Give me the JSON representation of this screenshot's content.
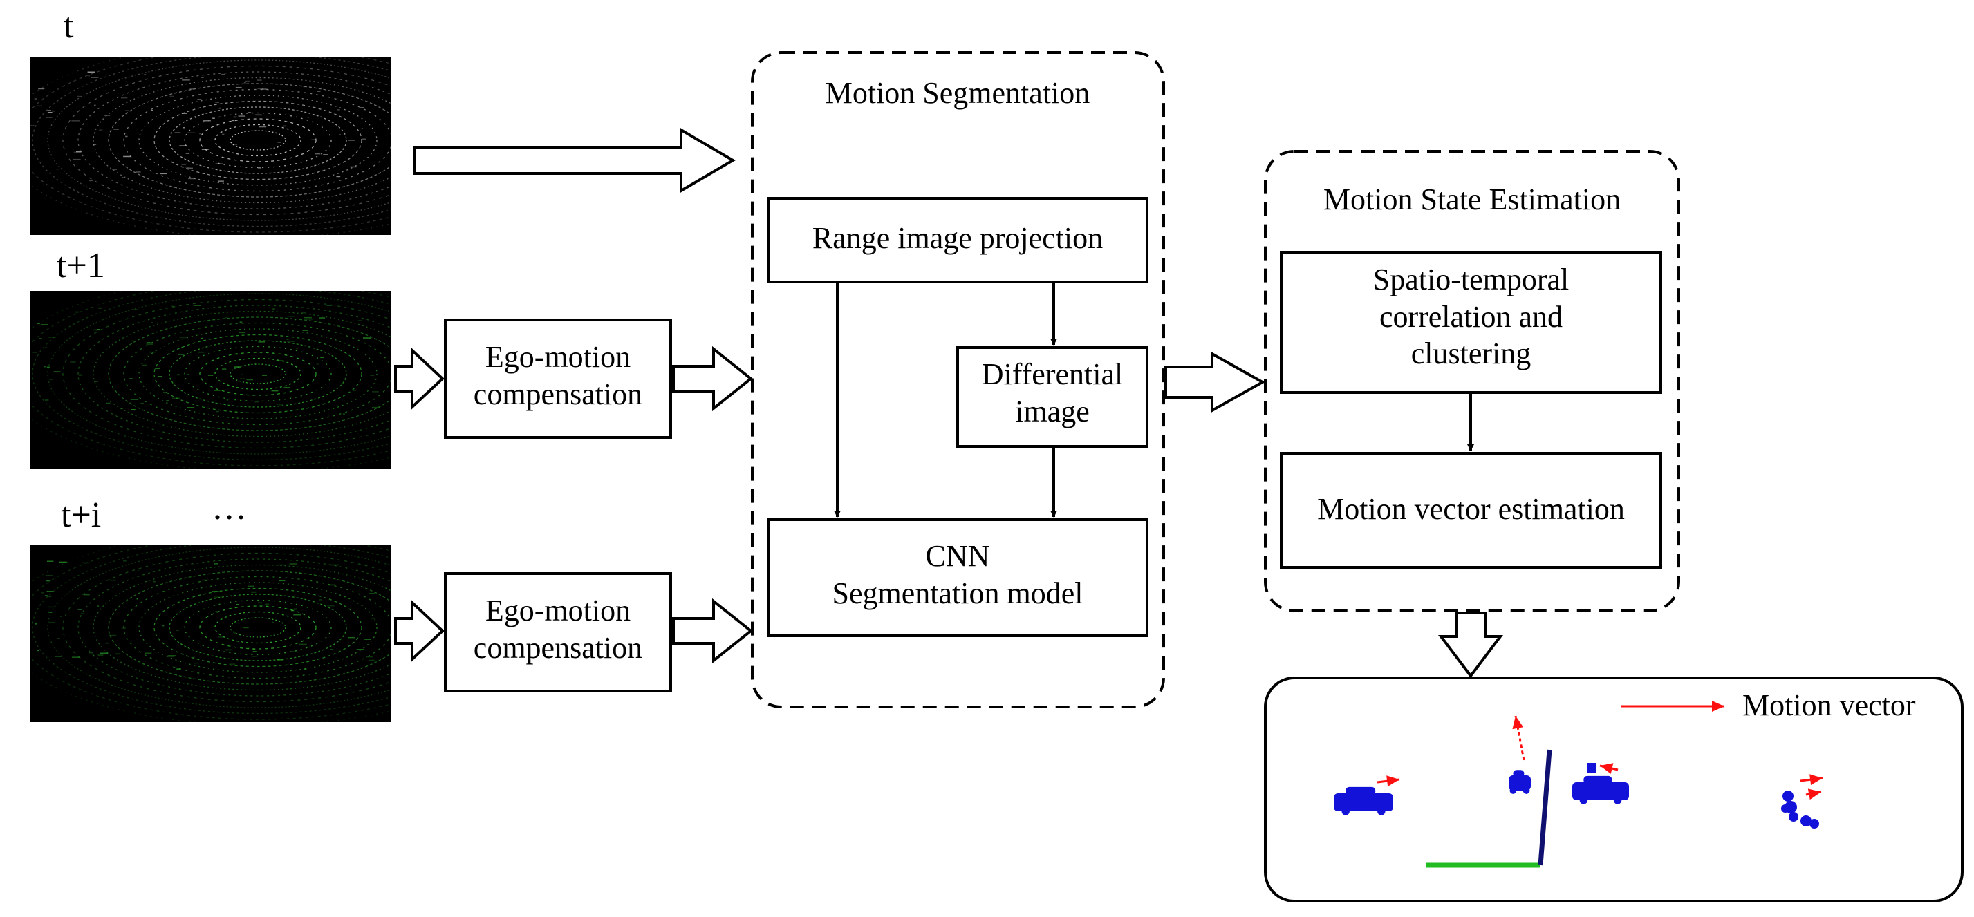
{
  "frames": [
    {
      "label": "t",
      "color": "#c8c8c8"
    },
    {
      "label": "t+1",
      "color": "#2fae2f"
    },
    {
      "label": "t+i",
      "color": "#2fae2f"
    }
  ],
  "frame_ellipsis": "...",
  "ego_compensation": [
    "Ego-motion\ncompensation",
    "Ego-motion\ncompensation"
  ],
  "motion_segmentation": {
    "title": "Motion Segmentation",
    "range_projection": "Range image projection",
    "differential": "Differential\nimage",
    "cnn": "CNN\nSegmentation model"
  },
  "motion_state": {
    "title": "Motion State Estimation",
    "correlation": "Spatio-temporal\ncorrelation and\nclustering",
    "vector_estimation": "Motion vector estimation"
  },
  "result": {
    "legend_label": "Motion vector",
    "object_color": "#1212d9",
    "vector_color": "#ff1010",
    "axis_x_color": "#22bb22",
    "axis_y_color": "#101070"
  }
}
